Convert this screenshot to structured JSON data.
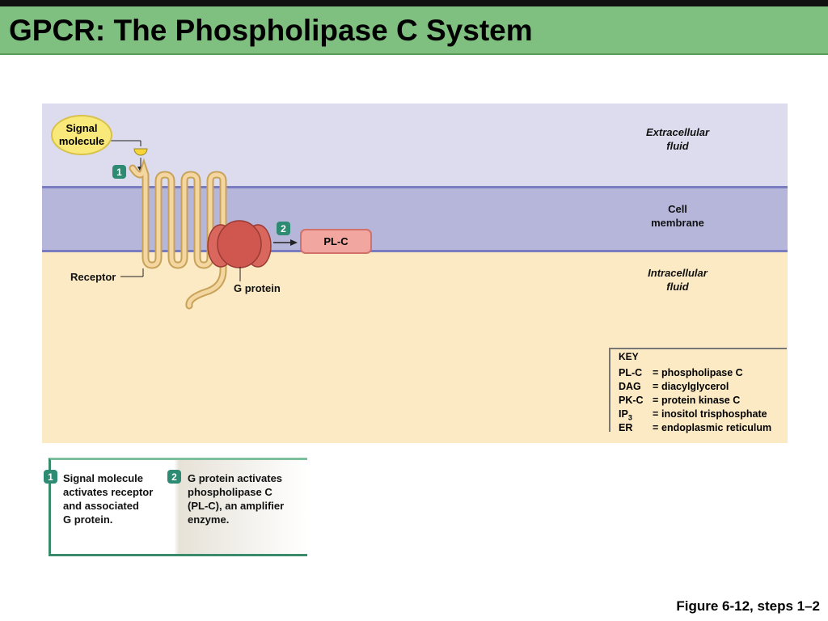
{
  "title": "GPCR: The Phospholipase C System",
  "regions": {
    "extracellular": "Extracellular\nfluid",
    "membrane": "Cell\nmembrane",
    "intracellular": "Intracellular\nfluid"
  },
  "labels": {
    "signal_molecule": "Signal\nmolecule",
    "receptor": "Receptor",
    "g_protein": "G protein",
    "pl_c": "PL-C"
  },
  "step_numbers": [
    "1",
    "2"
  ],
  "key": {
    "title": "KEY",
    "entries": [
      {
        "abbr": "PL-C",
        "eq": "=",
        "meaning": "phospholipase C"
      },
      {
        "abbr": "DAG",
        "eq": "=",
        "meaning": "diacylglycerol"
      },
      {
        "abbr": "PK-C",
        "eq": "=",
        "meaning": "protein kinase C"
      },
      {
        "abbr": "IP",
        "sub": "3",
        "eq": "=",
        "meaning": "inositol trisphosphate"
      },
      {
        "abbr": "ER",
        "eq": "=",
        "meaning": "endoplasmic reticulum"
      }
    ]
  },
  "steps": [
    {
      "num": "1",
      "text": "Signal molecule\nactivates receptor\nand associated\nG protein."
    },
    {
      "num": "2",
      "text": "G protein activates\nphospholipase C\n(PL-C), an amplifier\nenzyme."
    }
  ],
  "figure_caption": "Figure 6-12, steps 1–2",
  "colors": {
    "extracellular": "#dcdcee",
    "membrane": "#b5b6da",
    "intracellular": "#fbeac4",
    "receptor": "#f0cc8a",
    "g_protein": "#d9675e",
    "pl_c": "#f2a6a0",
    "step_badge": "#2e8b73",
    "title_bar": "#7fbf7f"
  }
}
